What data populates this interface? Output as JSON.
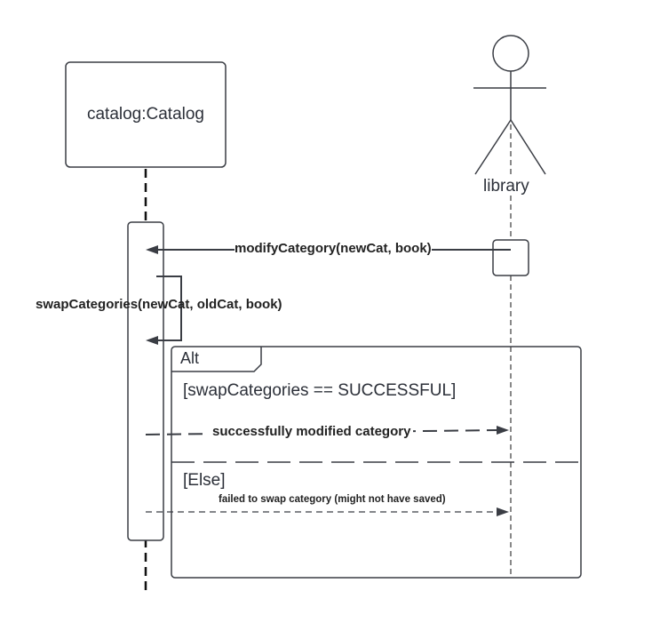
{
  "diagram": {
    "lifelines": {
      "catalog": {
        "label": "catalog:Catalog"
      },
      "actor": {
        "label": "library"
      }
    },
    "messages": {
      "modify": {
        "label": "modifyCategory(newCat, book)"
      },
      "swap": {
        "label": "swapCategories(newCat, oldCat, book)"
      },
      "success": {
        "label": "successfully modified category"
      },
      "failure": {
        "label": "failed to swap category (might not have saved)"
      }
    },
    "fragment": {
      "operator": "Alt",
      "guard1": "[swapCategories == SUCCESSFUL]",
      "guard2": "[Else]"
    },
    "colors": {
      "line": "#3a3d44",
      "text": "#2c3039"
    }
  }
}
